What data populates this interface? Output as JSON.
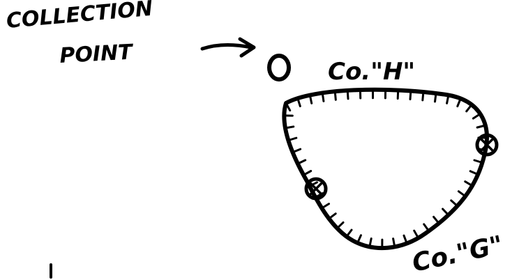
{
  "labels": {
    "collection_line1": "COLLECTION",
    "collection_line2": "POINT",
    "company_h": "Co.\"H\"",
    "company_g": "Co.\"G\""
  },
  "colors": {
    "ink": "#000000",
    "background": "#ffffff"
  },
  "icons": {
    "collection_point": "open-circle",
    "position_marker": "crossed-circle",
    "perimeter_ticks": "tick-marks"
  }
}
